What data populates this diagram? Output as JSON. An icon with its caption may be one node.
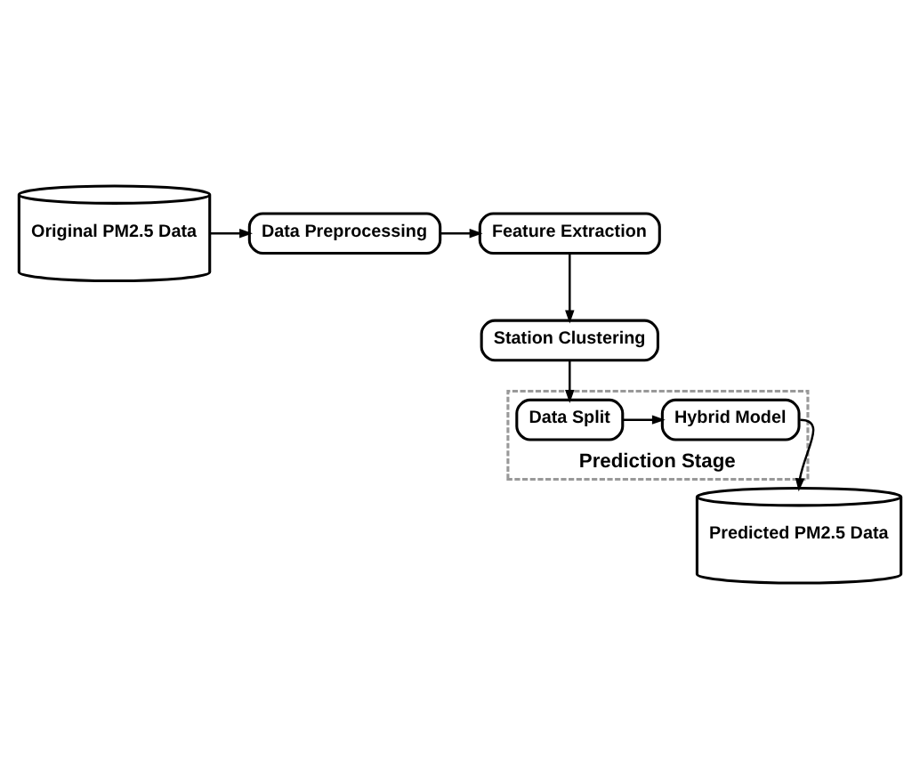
{
  "diagram": {
    "nodes": [
      {
        "text": [
          "Original PM2.5 Data"
        ]
      },
      {
        "text": [
          "Data Preprocessing"
        ]
      },
      {
        "text": [
          "Feature Extraction"
        ]
      },
      {
        "text": [
          "Station Clustering"
        ]
      },
      {
        "text": [
          "Prediction Stage"
        ]
      },
      {
        "text": [
          "Data Split"
        ],
        "in": 4
      },
      {
        "text": [
          "Hybrid Model"
        ],
        "in": 4
      },
      {
        "text": [
          "Predicted PM2.5 Data"
        ]
      }
    ],
    "edges": [
      {
        "from": 0,
        "to": 1,
        "arrow": "to"
      },
      {
        "from": 1,
        "to": 2,
        "arrow": "to"
      },
      {
        "from": 2,
        "to": 3,
        "arrow": "to"
      },
      {
        "from": 3,
        "to": 5,
        "arrow": "to"
      },
      {
        "from": 5,
        "to": 6,
        "arrow": "to"
      },
      {
        "from": 6,
        "to": 7,
        "arrow": "to"
      }
    ]
  }
}
